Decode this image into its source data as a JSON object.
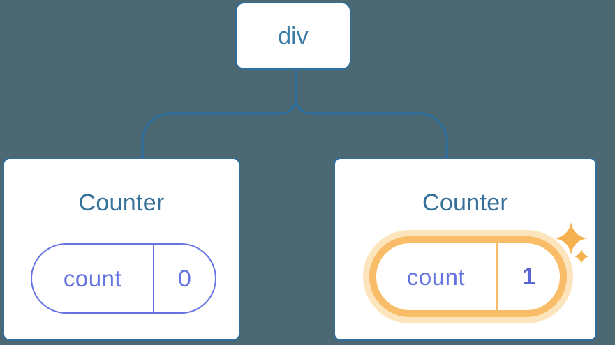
{
  "colors": {
    "bg": "#4C6872",
    "line-blue": "#2D6F9E",
    "div-text": "#3A7BA6",
    "title-blue": "#35719A",
    "purple": "#6674E2",
    "bold-purple": "#5865D2",
    "orange": "#F9BC68",
    "orange-halo": "#FCE4BC",
    "sparkle-orange": "#F6B14F",
    "card-bg": "#FFFFFF"
  },
  "tree": {
    "root": {
      "label": "div"
    },
    "children": [
      {
        "title": "Counter",
        "state": {
          "key": "count",
          "value": "0"
        },
        "highlighted": false
      },
      {
        "title": "Counter",
        "state": {
          "key": "count",
          "value": "1"
        },
        "highlighted": true,
        "decoration": "sparkles"
      }
    ]
  }
}
